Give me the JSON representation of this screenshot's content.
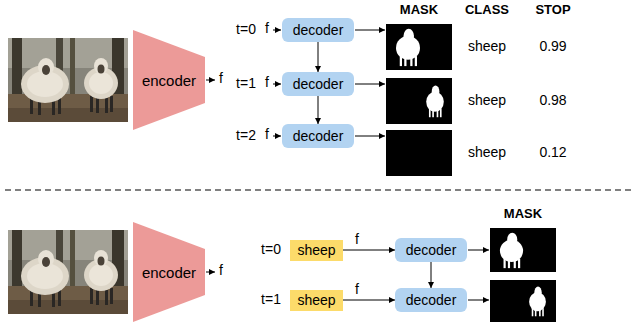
{
  "diagram": {
    "nodes": [
      {
        "text": [
          "encoder"
        ]
      },
      {
        "text": [
          "decoder"
        ]
      },
      {
        "text": [
          "decoder"
        ]
      },
      {
        "text": [
          "decoder"
        ]
      },
      {
        "text": [
          "encoder"
        ]
      },
      {
        "text": [
          "sheep"
        ]
      },
      {
        "text": [
          "decoder"
        ]
      },
      {
        "text": [
          "sheep"
        ]
      },
      {
        "text": [
          "decoder"
        ]
      }
    ],
    "edges": [
      {
        "from": 1,
        "to": 2,
        "arrow": "to"
      },
      {
        "from": 2,
        "to": 3,
        "arrow": "to"
      },
      {
        "from": 5,
        "to": 6,
        "label": "f",
        "arrow": "to"
      },
      {
        "from": 7,
        "to": 8,
        "label": "f",
        "arrow": "to"
      },
      {
        "from": 6,
        "to": 8,
        "arrow": "to"
      }
    ],
    "labels": [
      "MASK",
      "CLASS",
      "STOP",
      "f",
      "t=0",
      "f",
      "sheep",
      "0.99",
      "t=1",
      "f",
      "sheep",
      "0.98",
      "t=2",
      "f",
      "sheep",
      "0.12",
      "MASK",
      "f",
      "t=0",
      "t=1"
    ]
  }
}
